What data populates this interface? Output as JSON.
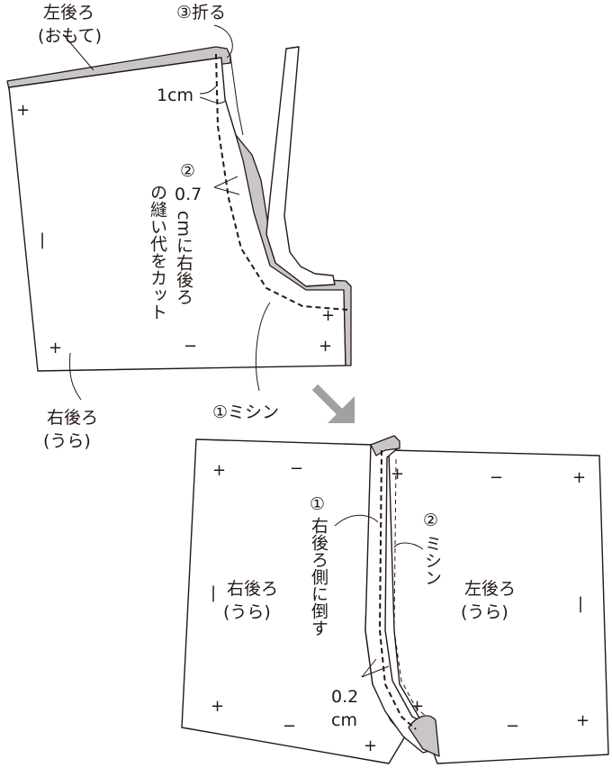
{
  "top": {
    "label_left_back_front": [
      "左後ろ",
      "(おもて)"
    ],
    "label_fold": "③折る",
    "label_1cm": "1cm",
    "label_trim_num": "②",
    "label_trim_07": "0.7",
    "label_trim_col1": "cmに右後ろ",
    "label_trim_col2": "の縫い代をカット",
    "label_right_back_wrong": [
      "右後ろ",
      "(うら)"
    ],
    "label_sew": "①ミシン"
  },
  "bottom": {
    "label_press_num": "①",
    "label_press_text": "右後ろ側に倒す",
    "label_sew_num": "②",
    "label_sew_text": "ミシン",
    "label_right_back": [
      "右後ろ",
      "(うら)"
    ],
    "label_left_back": [
      "左後ろ",
      "(うら)"
    ],
    "label_02": "0.2",
    "label_cm": "cm"
  },
  "marks": {
    "plus": "+",
    "minus": "−",
    "bar": "|"
  },
  "colors": {
    "line": "#231815",
    "seam_allowance": "#c9c5c9",
    "arrow": "#9fa0a0"
  },
  "icons": {
    "step_arrow": "arrow-down-right-icon"
  }
}
